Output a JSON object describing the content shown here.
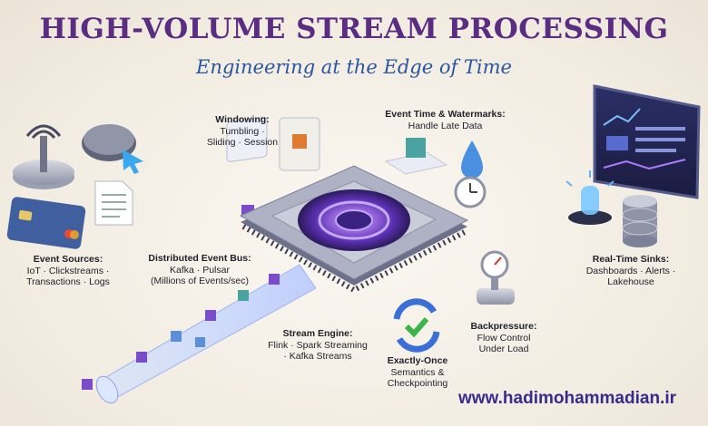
{
  "header": {
    "title": "HIGH-VOLUME STREAM PROCESSING",
    "subtitle": "Engineering at the Edge of Time"
  },
  "labels": {
    "windowing": {
      "heading": "Windowing:",
      "line1": "Tumbling ·",
      "line2": "Sliding · Session"
    },
    "event_time": {
      "heading": "Event Time & Watermarks:",
      "line1": "Handle Late Data"
    },
    "event_sources": {
      "heading": "Event Sources:",
      "line1": "IoT · Clickstreams ·",
      "line2": "Transactions · Logs"
    },
    "event_bus": {
      "heading": "Distributed Event Bus:",
      "line1": "Kafka · Pulsar",
      "line2": "(Millions of Events/sec)"
    },
    "sinks": {
      "heading": "Real-Time Sinks:",
      "line1": "Dashboards · Alerts ·",
      "line2": "Lakehouse"
    },
    "stream_engine": {
      "heading": "Stream Engine:",
      "line1": "Flink · Spark Streaming",
      "line2": "· Kafka Streams"
    },
    "backpressure": {
      "heading": "Backpressure:",
      "line1": "Flow Control",
      "line2": "Under Load"
    },
    "exactly_once": {
      "heading": "Exactly-Once",
      "line1": "Semantics &",
      "line2": "Checkpointing"
    }
  },
  "footer": {
    "website": "www.hadimohammadian.ir"
  },
  "colors": {
    "title": "#5b2d82",
    "subtitle": "#2a55a0",
    "accent_purple": "#7a4cc9",
    "accent_blue": "#4a8fe0"
  }
}
